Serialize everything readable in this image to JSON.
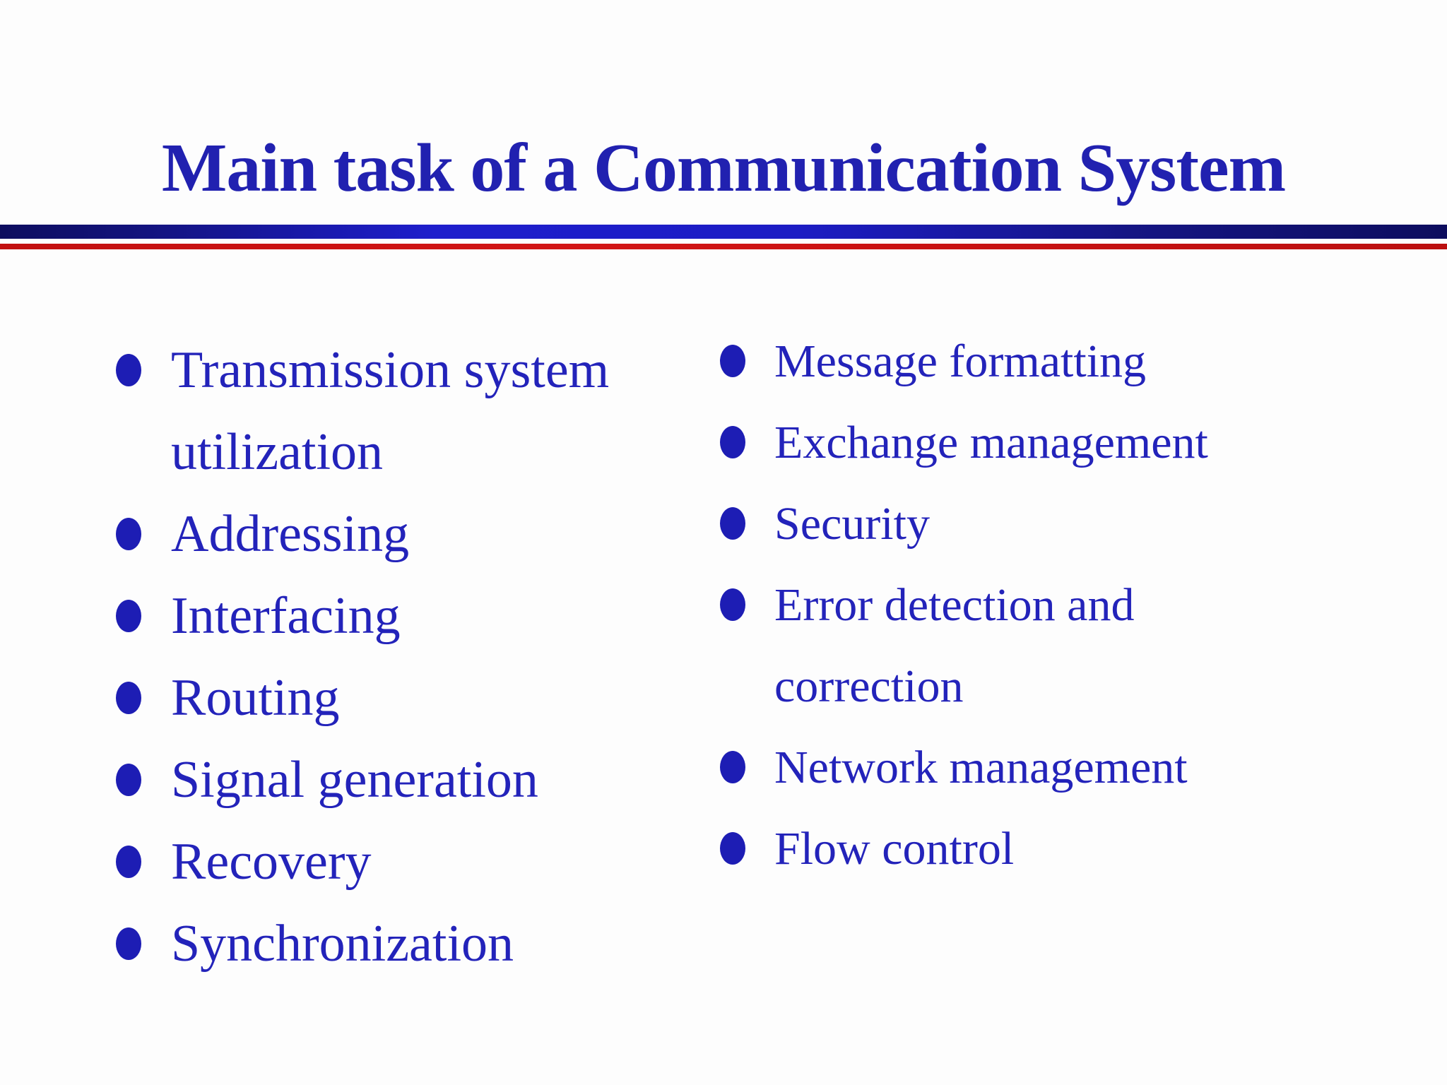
{
  "slide": {
    "title": "Main task of a Communication System",
    "background_color": "#FDFDFD",
    "title_color": "#2121B0",
    "text_color": "#2323BA",
    "bullet_color": "#1D1DB4",
    "divider": {
      "navy_edge_color": "#0D0D5E",
      "navy_bright_color": "#1E1ECC",
      "red_color": "#C41111"
    }
  },
  "columns": {
    "left": {
      "items": [
        {
          "lines": [
            "Transmission system",
            "utilization"
          ]
        },
        {
          "lines": [
            "Addressing"
          ]
        },
        {
          "lines": [
            "Interfacing"
          ]
        },
        {
          "lines": [
            "Routing"
          ]
        },
        {
          "lines": [
            "Signal generation"
          ]
        },
        {
          "lines": [
            "Recovery"
          ]
        },
        {
          "lines": [
            "Synchronization"
          ]
        }
      ]
    },
    "right": {
      "items": [
        {
          "lines": [
            "Message formatting"
          ]
        },
        {
          "lines": [
            "Exchange management"
          ]
        },
        {
          "lines": [
            "Security"
          ]
        },
        {
          "lines": [
            "Error detection and",
            "correction"
          ]
        },
        {
          "lines": [
            "Network management"
          ]
        },
        {
          "lines": [
            "Flow control"
          ]
        }
      ]
    }
  }
}
